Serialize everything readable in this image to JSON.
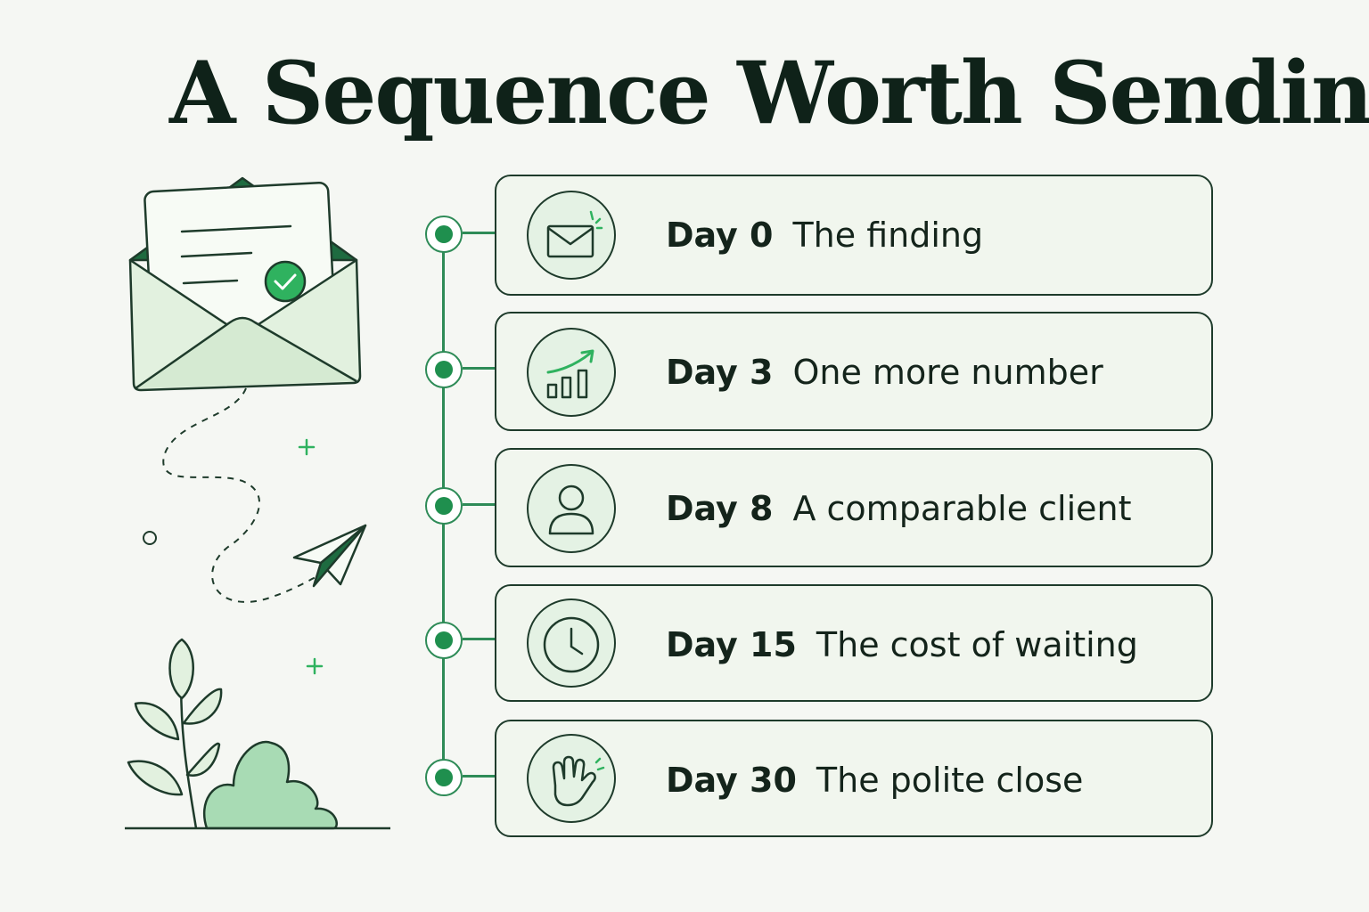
{
  "title": "A Sequence Worth Sending",
  "colors": {
    "accent": "#1f8f4e",
    "line": "#2e8b57",
    "ink": "#1e3b2b",
    "card_bg": "#f1f6ee",
    "background": "#f5f7f3"
  },
  "steps": [
    {
      "day": "Day 0",
      "label": "The finding",
      "icon": "envelope-icon"
    },
    {
      "day": "Day 3",
      "label": "One more number",
      "icon": "growth-chart-icon"
    },
    {
      "day": "Day 8",
      "label": "A comparable client",
      "icon": "person-icon"
    },
    {
      "day": "Day 15",
      "label": "The cost of waiting",
      "icon": "clock-icon"
    },
    {
      "day": "Day 30",
      "label": "The polite close",
      "icon": "waving-hand-icon"
    }
  ]
}
